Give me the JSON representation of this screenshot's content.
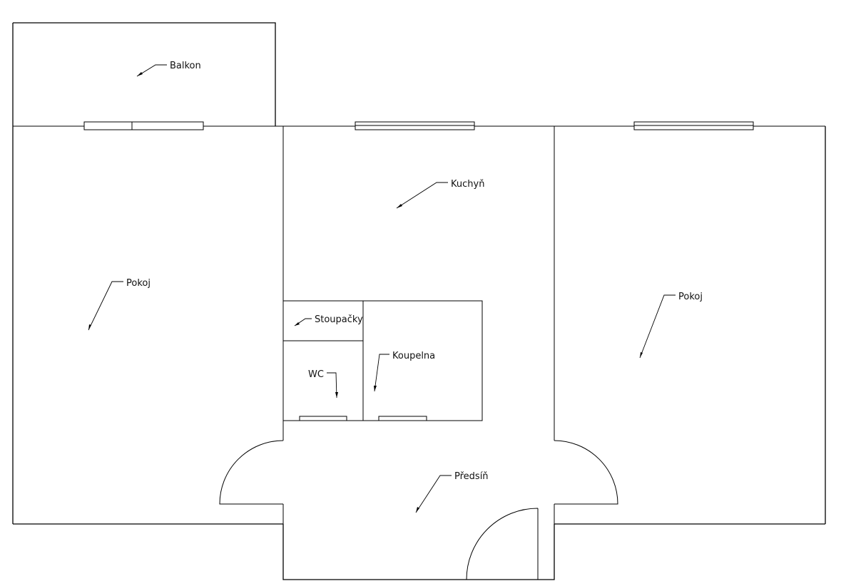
{
  "rooms": {
    "balkon": "Balkon",
    "kuchyn": "Kuchyň",
    "pokoj_left": "Pokoj",
    "pokoj_right": "Pokoj",
    "stoupacky": "Stoupačky",
    "wc": "WC",
    "koupelna": "Koupelna",
    "predsin": "Předsíň"
  }
}
